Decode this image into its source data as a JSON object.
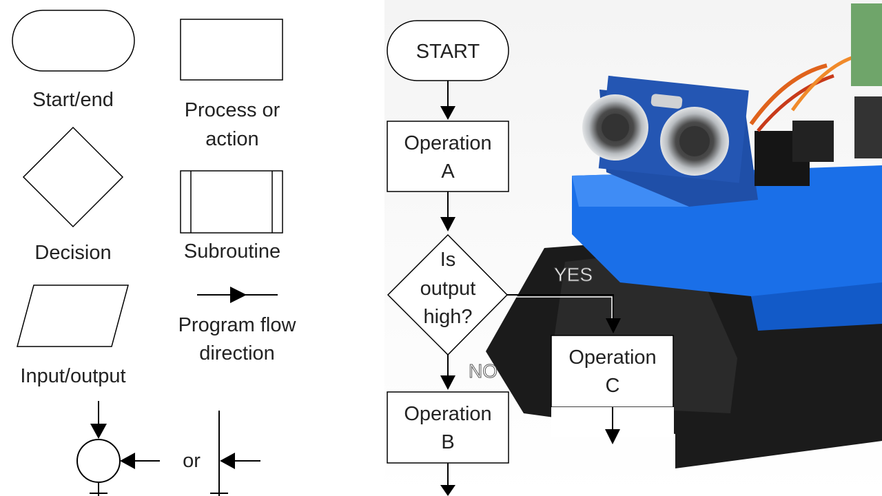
{
  "legend": {
    "start_end": "Start/end",
    "process_line1": "Process or",
    "process_line2": "action",
    "decision": "Decision",
    "subroutine": "Subroutine",
    "input_output": "Input/output",
    "flow_line1": "Program flow",
    "flow_line2": "direction",
    "connector_or": "or"
  },
  "flowchart": {
    "start": "START",
    "op_a_line1": "Operation",
    "op_a_line2": "A",
    "decision_line1": "Is",
    "decision_line2": "output",
    "decision_line3": "high?",
    "yes": "YES",
    "no": "NO",
    "op_b_line1": "Operation",
    "op_b_line2": "B",
    "op_c_line1": "Operation",
    "op_c_line2": "C"
  },
  "photo": {
    "subject": "robot-with-ultrasonic-sensor",
    "colors": {
      "chassis_blue": "#1a6fe8",
      "base_black": "#1b1b1b",
      "pcb_blue": "#1f4fa8",
      "sensor_silver": "#c9ccd0"
    }
  }
}
